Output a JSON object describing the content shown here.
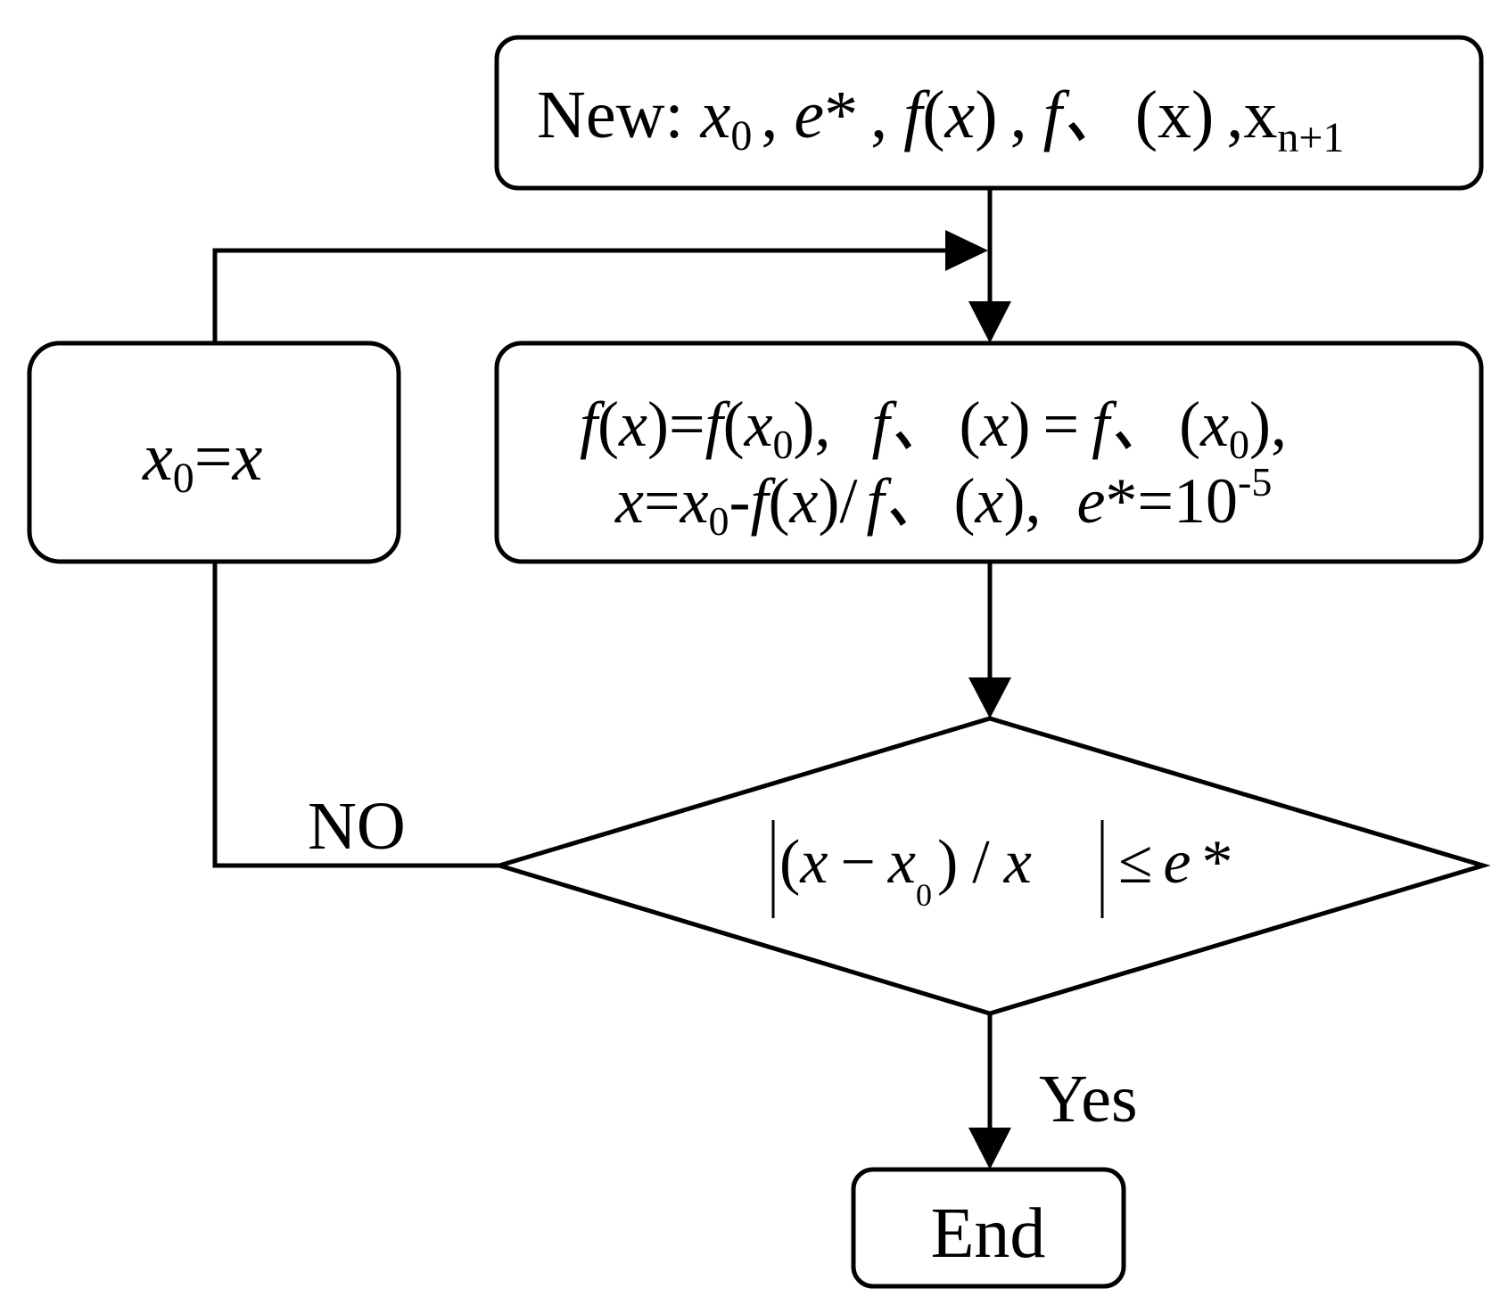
{
  "nodes": {
    "start": {
      "prefix": "New: ",
      "x": "x",
      "x_sub": "0",
      "sep": ",",
      "e": "e",
      "star": "*",
      "f": "f",
      "open": "(",
      "close": ")",
      "fprime": "f、",
      "x_plain": "x",
      "xn": "x",
      "xn_sub": "n+1"
    },
    "compute": {
      "line1": {
        "f": "f",
        "x": "x",
        "x0": "x",
        "sub0": "0",
        "eq": "=",
        "fprime": "f、",
        "comma": ","
      },
      "line2": {
        "x": "x",
        "eq": "=",
        "x0": "x",
        "sub0": "0",
        "minus": "-",
        "f": "f",
        "slash": "/",
        "fprime": "f、",
        "e": "e",
        "star": "*",
        "ten": "10",
        "exp": "-5",
        "comma": ","
      }
    },
    "update": {
      "x0": "x",
      "sub0": "0",
      "eq": "=",
      "x": "x"
    },
    "decision": {
      "bar": "|",
      "open": "(",
      "x": "x",
      "minus": "−",
      "x0": "x",
      "sub0": "0",
      "close": ")",
      "slash": "/",
      "leq": "≤",
      "e": "e",
      "star": "*"
    },
    "end": {
      "label": "End"
    }
  },
  "edges": {
    "no_label": "NO",
    "yes_label": "Yes"
  }
}
